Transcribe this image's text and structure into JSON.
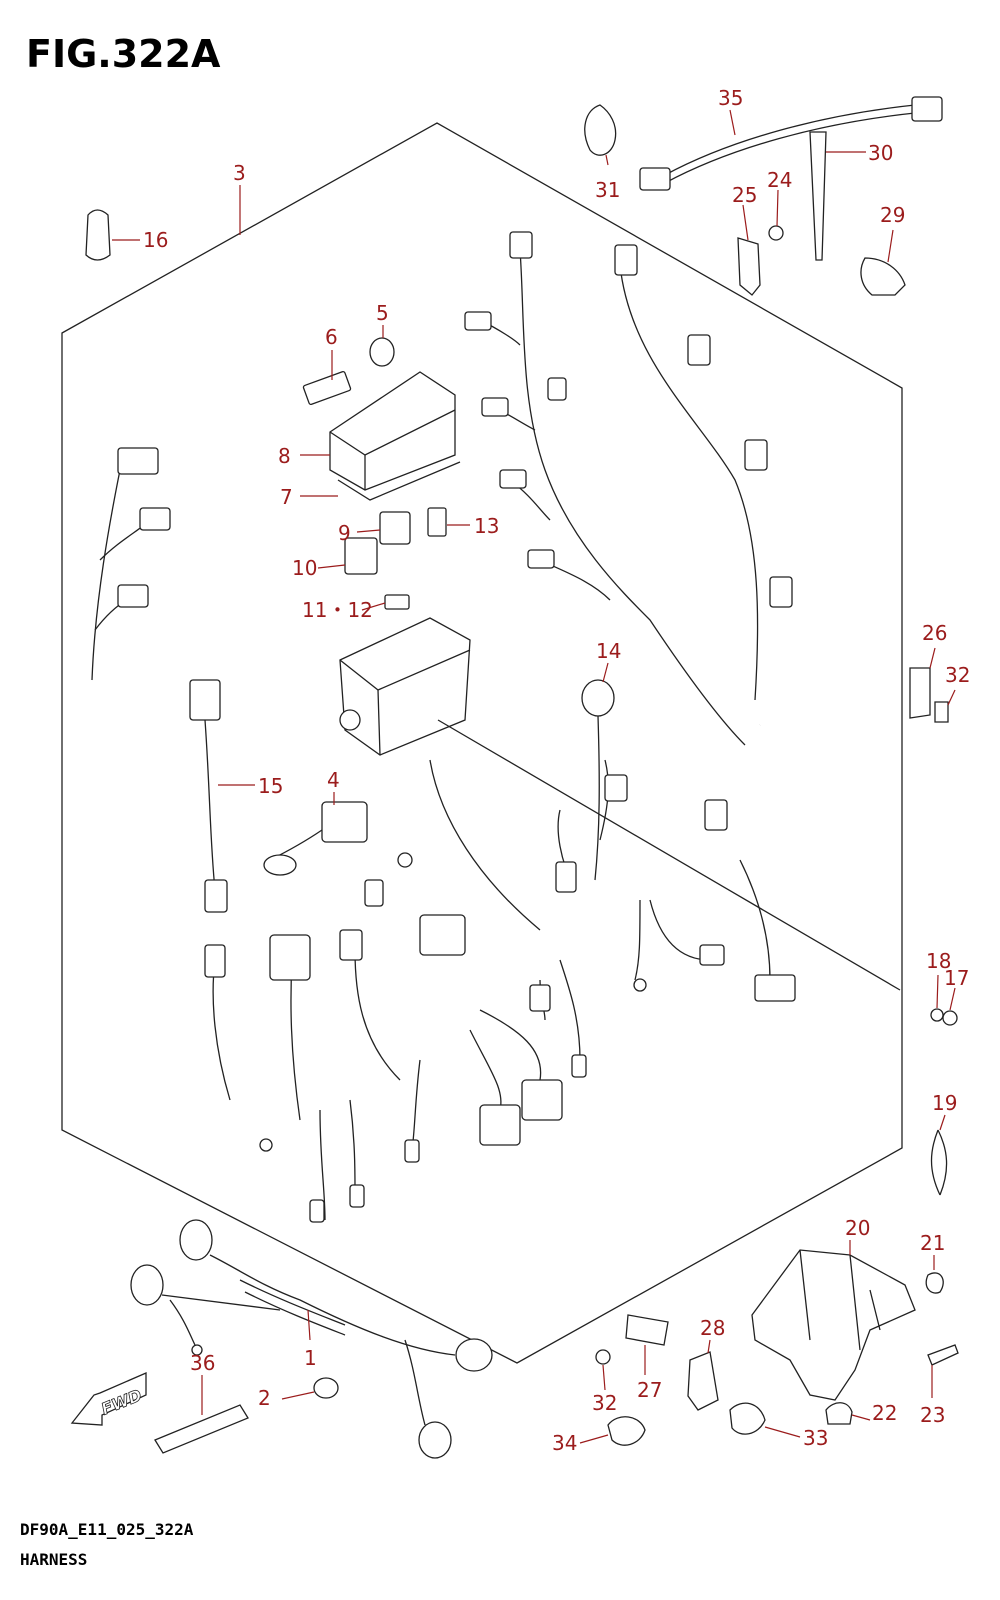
{
  "header": {
    "title": "FIG.322A"
  },
  "footer": {
    "code": "DF90A_E11_025_322A",
    "name": "HARNESS"
  },
  "fwd_label": "FWD",
  "colors": {
    "callout": "#9b1c1c",
    "line": "#222222"
  },
  "callouts": {
    "c1": "1",
    "c2": "2",
    "c3": "3",
    "c4": "4",
    "c5": "5",
    "c6": "6",
    "c7": "7",
    "c8": "8",
    "c9": "9",
    "c10": "10",
    "c11_12": "11・12",
    "c13": "13",
    "c14": "14",
    "c15": "15",
    "c16": "16",
    "c17": "17",
    "c18": "18",
    "c19": "19",
    "c20": "20",
    "c21": "21",
    "c22": "22",
    "c23": "23",
    "c24": "24",
    "c25": "25",
    "c26": "26",
    "c27": "27",
    "c28": "28",
    "c29": "29",
    "c30": "30",
    "c31": "31",
    "c32a": "32",
    "c32b": "32",
    "c33": "33",
    "c34": "34",
    "c35": "35",
    "c36": "36"
  }
}
